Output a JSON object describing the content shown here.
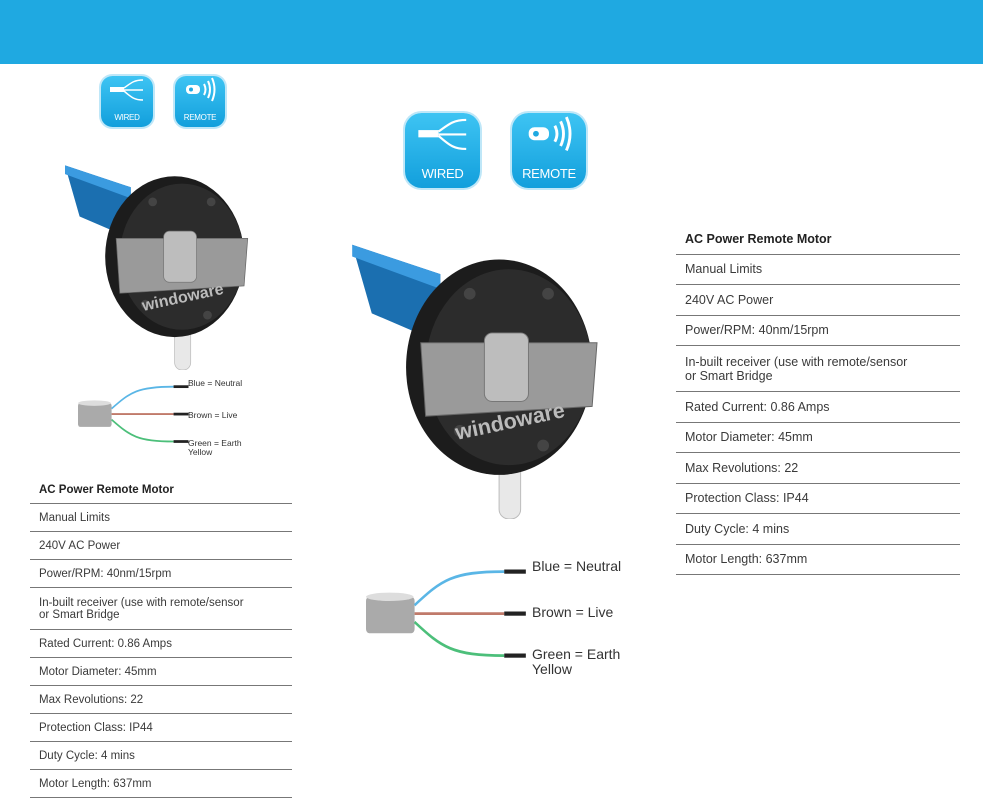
{
  "header": {
    "color": "#1fa9e1"
  },
  "badges": {
    "wired_label": "WIRED",
    "remote_label": "REMOTE",
    "color": "#1fa9e1"
  },
  "motor": {
    "brand_logo": "windoware"
  },
  "wiring": {
    "neutral": "Blue = Neutral",
    "live": "Brown = Live",
    "earth_line1": "Green = Earth",
    "earth_line2": "Yellow"
  },
  "spec_table": {
    "title": "AC Power Remote Motor",
    "rows": [
      "Manual Limits",
      "240V AC Power",
      "Power/RPM: 40nm/15rpm",
      "In-built receiver (use with remote/sensor\nor Smart Bridge",
      "Rated Current: 0.86 Amps",
      "Motor Diameter: 45mm",
      "Max Revolutions: 22",
      "Protection Class: IP44",
      "Duty Cycle: 4 mins",
      "Motor Length: 637mm"
    ]
  }
}
